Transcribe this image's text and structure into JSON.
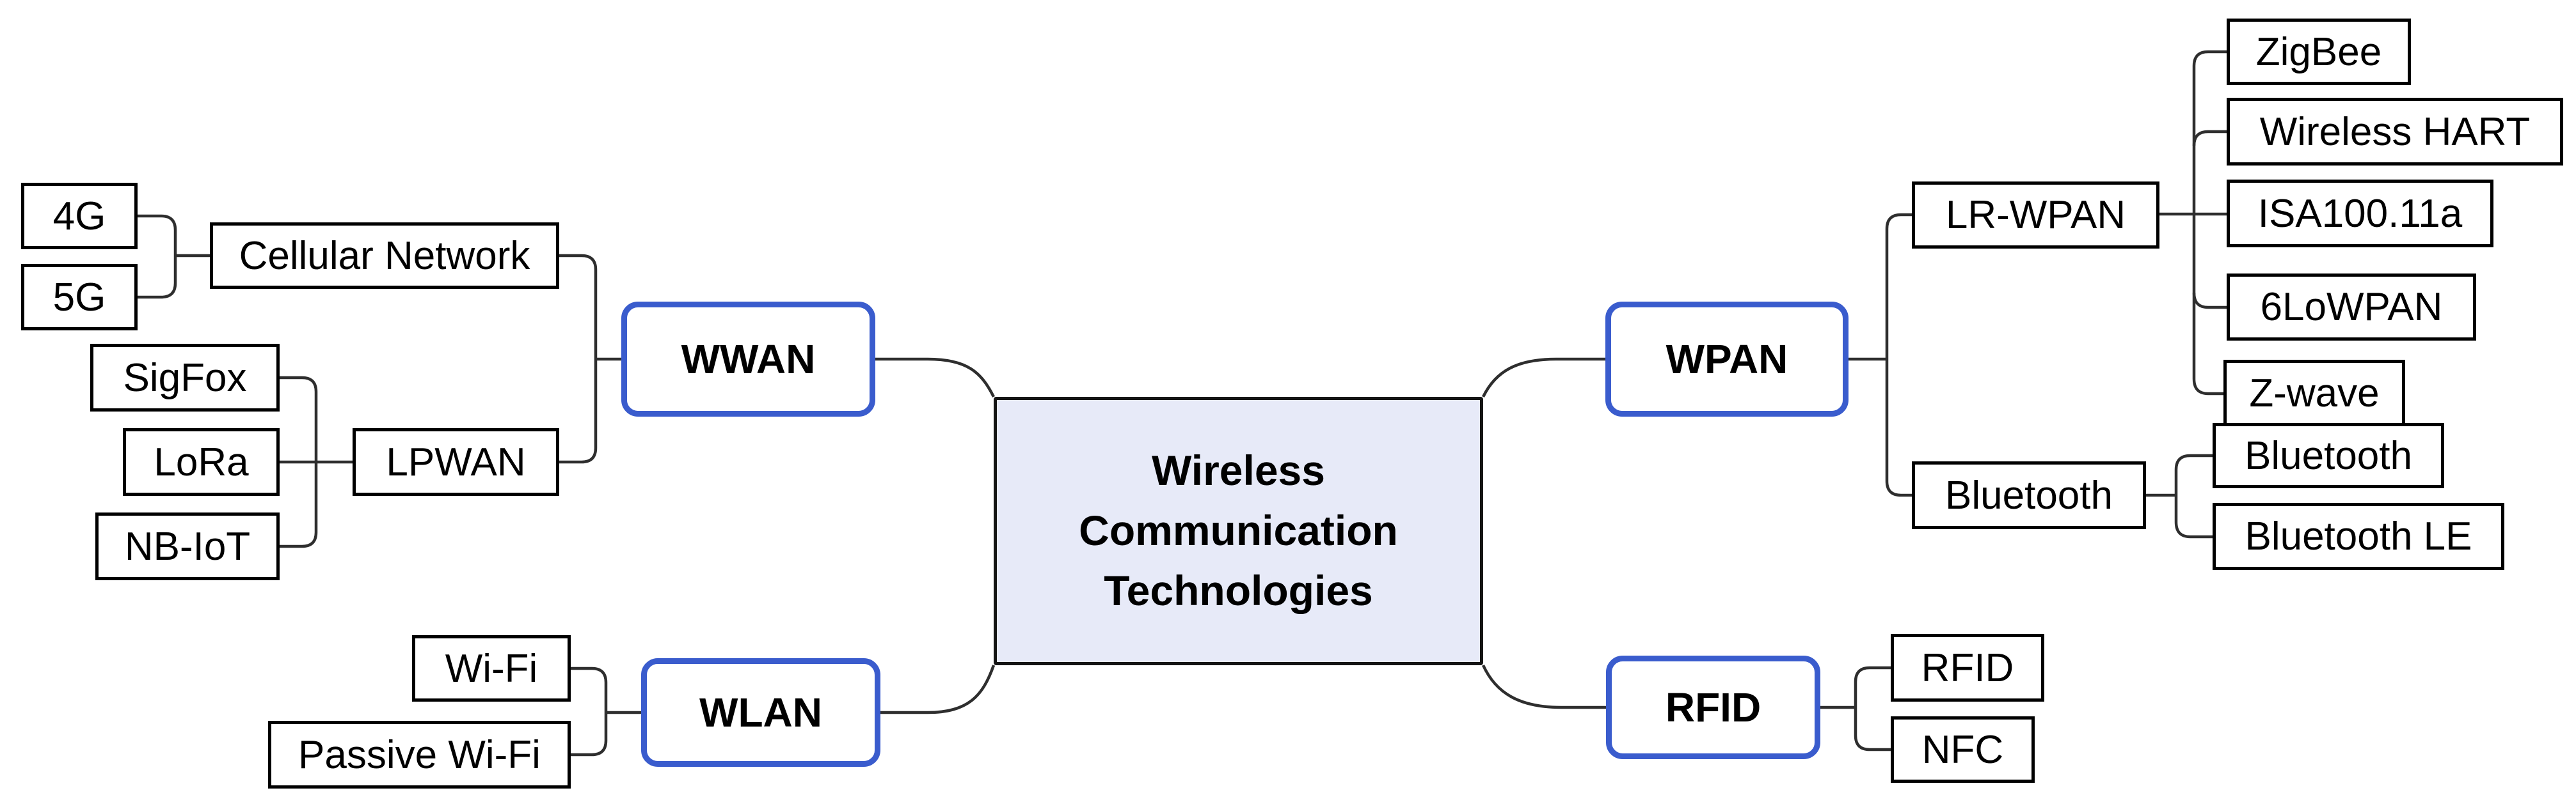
{
  "root": {
    "label": "Wireless Communication Technologies",
    "lines": [
      "Wireless",
      "Communication",
      "Technologies"
    ]
  },
  "nodes": {
    "wwan": {
      "label": "WWAN",
      "parent": "root"
    },
    "cellular": {
      "label": "Cellular Network",
      "parent": "wwan"
    },
    "g4": {
      "label": "4G",
      "parent": "cellular"
    },
    "g5": {
      "label": "5G",
      "parent": "cellular"
    },
    "lpwan": {
      "label": "LPWAN",
      "parent": "wwan"
    },
    "sigfox": {
      "label": "SigFox",
      "parent": "lpwan"
    },
    "lora": {
      "label": "LoRa",
      "parent": "lpwan"
    },
    "nbiot": {
      "label": "NB-IoT",
      "parent": "lpwan"
    },
    "wlan": {
      "label": "WLAN",
      "parent": "root"
    },
    "wifi": {
      "label": "Wi-Fi",
      "parent": "wlan"
    },
    "passive_wifi": {
      "label": "Passive Wi-Fi",
      "parent": "wlan"
    },
    "wpan": {
      "label": "WPAN",
      "parent": "root"
    },
    "lr_wpan": {
      "label": "LR-WPAN",
      "parent": "wpan"
    },
    "zigbee": {
      "label": "ZigBee",
      "parent": "lr_wpan"
    },
    "wireless_hart": {
      "label": "Wireless HART",
      "parent": "lr_wpan"
    },
    "isa100_11a": {
      "label": "ISA100.11a",
      "parent": "lr_wpan"
    },
    "sixlowpan": {
      "label": "6LoWPAN",
      "parent": "lr_wpan"
    },
    "z_wave": {
      "label": "Z-wave",
      "parent": "lr_wpan"
    },
    "bluetooth_grp": {
      "label": "Bluetooth",
      "parent": "wpan"
    },
    "bluetooth": {
      "label": "Bluetooth",
      "parent": "bluetooth_grp"
    },
    "bluetooth_le": {
      "label": "Bluetooth LE",
      "parent": "bluetooth_grp"
    },
    "rfid_grp": {
      "label": "RFID",
      "parent": "root"
    },
    "rfid": {
      "label": "RFID",
      "parent": "rfid_grp"
    },
    "nfc": {
      "label": "NFC",
      "parent": "rfid_grp"
    }
  },
  "colors": {
    "category_border": "#3a5ccd",
    "root_fill": "#e7eaf8",
    "box_border": "#000000",
    "connector": "#2e2e2e"
  }
}
